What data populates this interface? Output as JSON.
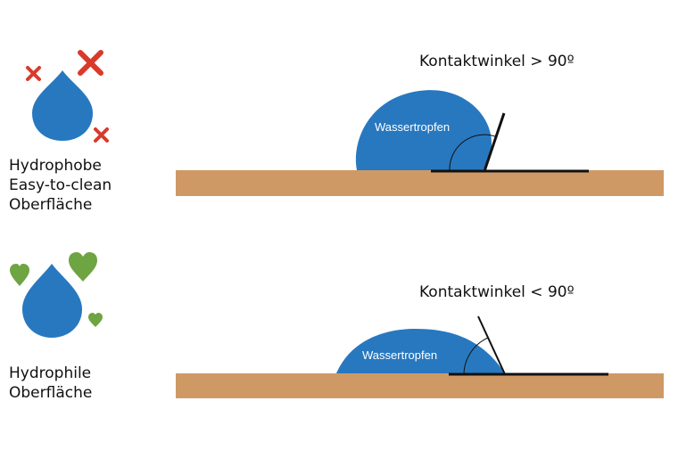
{
  "colors": {
    "water": "#2878bf",
    "surface": "#cf9966",
    "cross": "#d93a2b",
    "heart": "#6ea442",
    "line": "#111111"
  },
  "hydrophobic": {
    "label_lines": [
      "Hydrophobe",
      "Easy-to-clean",
      "Oberfläche"
    ],
    "angle_label": "Kontaktwinkel > 90º",
    "drop_label": "Wassertropfen",
    "icons": [
      "cross-icon",
      "water-drop-icon"
    ]
  },
  "hydrophilic": {
    "label_lines": [
      "Hydrophile",
      "Oberfläche"
    ],
    "angle_label": "Kontaktwinkel < 90º",
    "drop_label": "Wassertropfen",
    "icons": [
      "heart-icon",
      "water-drop-icon"
    ]
  }
}
